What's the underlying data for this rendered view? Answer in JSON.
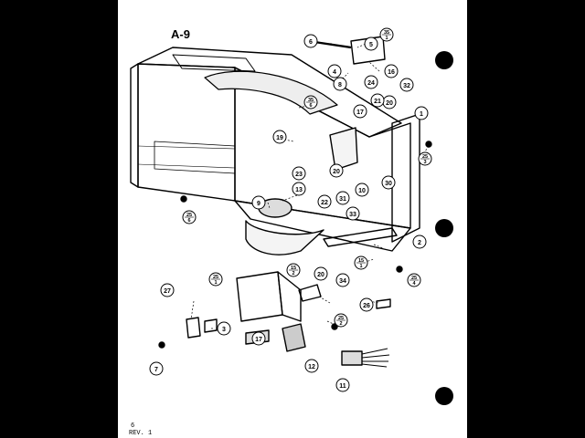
{
  "page": {
    "title": "A-9",
    "footer_page": "6",
    "footer_rev": "REV. 1"
  },
  "callouts": [
    {
      "id": "c1",
      "label": "1"
    },
    {
      "id": "c2",
      "label": "2"
    },
    {
      "id": "c3",
      "label": "3"
    },
    {
      "id": "c4",
      "label": "4"
    },
    {
      "id": "c5",
      "label": "5"
    },
    {
      "id": "c6",
      "label": "6"
    },
    {
      "id": "c7",
      "label": "7"
    },
    {
      "id": "c8",
      "label": "8"
    },
    {
      "id": "c9",
      "label": "9"
    },
    {
      "id": "c10",
      "label": "10"
    },
    {
      "id": "c11",
      "label": "11"
    },
    {
      "id": "c12",
      "label": "12"
    },
    {
      "id": "c13",
      "label": "13"
    },
    {
      "id": "c16",
      "label": "16"
    },
    {
      "id": "c17a",
      "label": "17"
    },
    {
      "id": "c17b",
      "label": "17"
    },
    {
      "id": "c19",
      "label": "19"
    },
    {
      "id": "c20a",
      "label": "20"
    },
    {
      "id": "c20b",
      "label": "20"
    },
    {
      "id": "c20c",
      "label": "20"
    },
    {
      "id": "c21",
      "label": "21"
    },
    {
      "id": "c22",
      "label": "22"
    },
    {
      "id": "c23",
      "label": "23"
    },
    {
      "id": "c24",
      "label": "24"
    },
    {
      "id": "c26",
      "label": "26"
    },
    {
      "id": "c27",
      "label": "27"
    },
    {
      "id": "c30",
      "label": "30"
    },
    {
      "id": "c31",
      "label": "31"
    },
    {
      "id": "c32",
      "label": "32"
    },
    {
      "id": "c33",
      "label": "33"
    },
    {
      "id": "c34",
      "label": "34"
    }
  ],
  "fraction_callouts": [
    {
      "id": "f35_1",
      "top": "35",
      "bottom": "1"
    },
    {
      "id": "f35_6",
      "top": "35",
      "bottom": "6"
    },
    {
      "id": "f25_3",
      "top": "25",
      "bottom": "3"
    },
    {
      "id": "f25_6",
      "top": "25",
      "bottom": "6"
    },
    {
      "id": "f15_2",
      "top": "15",
      "bottom": "2"
    },
    {
      "id": "f15_1",
      "top": "15",
      "bottom": "1"
    },
    {
      "id": "f25_1",
      "top": "25",
      "bottom": "1"
    },
    {
      "id": "f25_4",
      "top": "25",
      "bottom": "4"
    },
    {
      "id": "f25_2",
      "top": "25",
      "bottom": "2"
    }
  ]
}
